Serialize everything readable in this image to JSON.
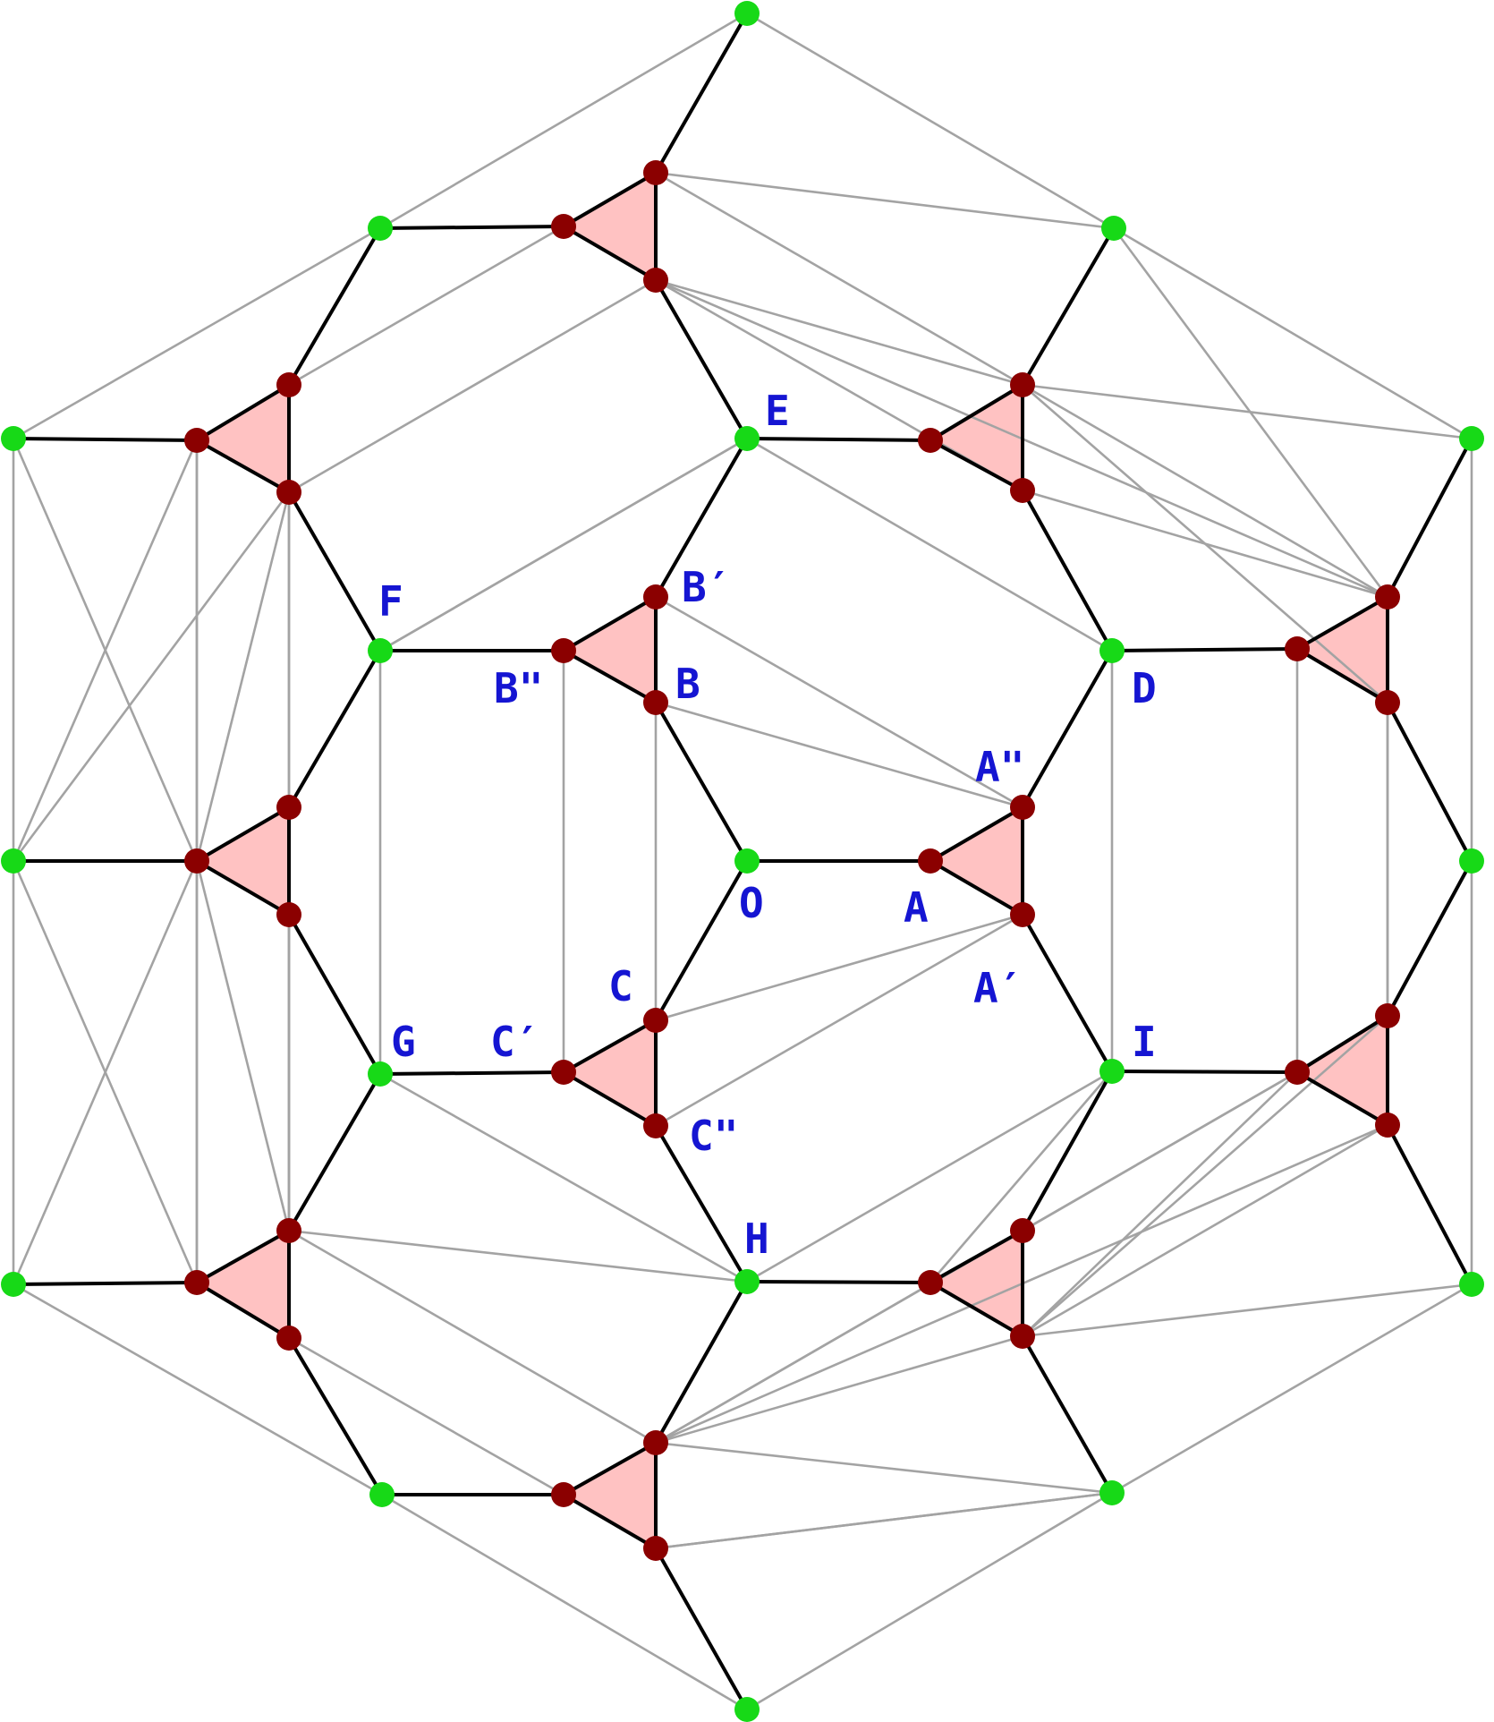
{
  "colors": {
    "background": "#ffffff",
    "bold_edge": "#000000",
    "thin_edge": "#a3a3a3",
    "triangle_fill": "#ffc2c2",
    "outer_vertex": "#17d917",
    "truncation_vertex": "#8b0000",
    "label": "#1515d2"
  },
  "labels": {
    "E": "E",
    "F": "F",
    "D": "D",
    "G": "G",
    "I": "I",
    "H": "H",
    "O": "O",
    "A": "A",
    "A1": "A′",
    "A2": "A\"",
    "B": "B",
    "B1": "B′",
    "B2": "B\"",
    "C": "C",
    "C1": "C′",
    "C2": "C\""
  }
}
